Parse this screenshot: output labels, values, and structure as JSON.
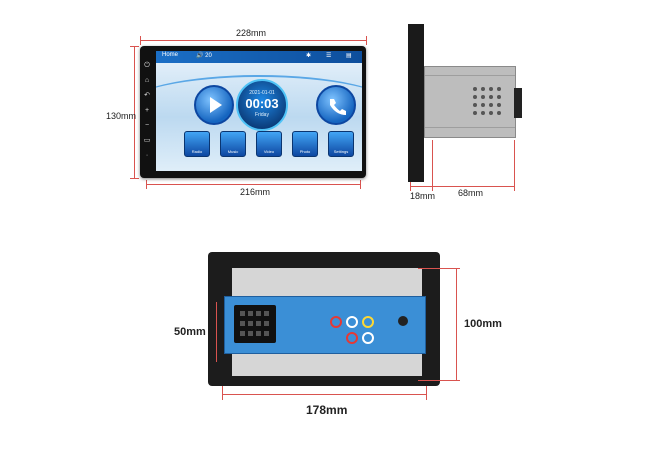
{
  "dimensions": {
    "front_width_top": "228mm",
    "front_height": "130mm",
    "front_width_bottom": "216mm",
    "side_depth_face": "18mm",
    "side_depth_box": "68mm",
    "back_connector_height": "50mm",
    "back_height": "100mm",
    "back_width": "178mm"
  },
  "screen": {
    "home_label": "Home",
    "volume": "20",
    "date": "2021-01-01",
    "time": "00:03",
    "day": "Friday",
    "apps": [
      "Radio",
      "Music",
      "Video",
      "Photo",
      "Settings"
    ]
  },
  "colors": {
    "dimension_line": "#d9534f",
    "accent": "#1565c0"
  }
}
